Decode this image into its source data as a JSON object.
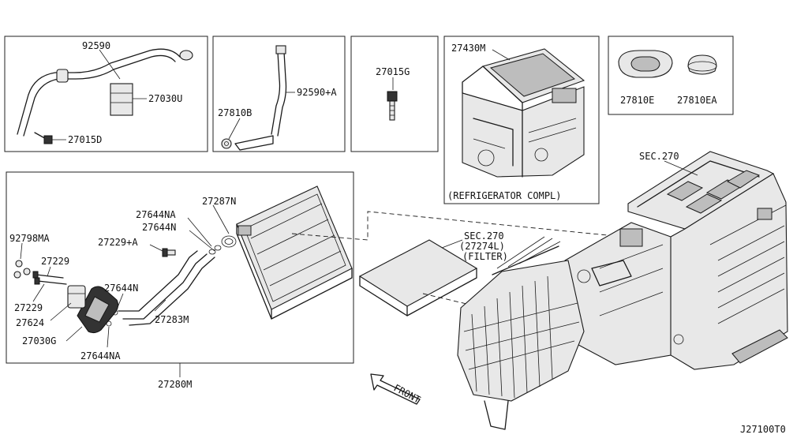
{
  "diagram": {
    "labels": {
      "hose_left": "92590",
      "band": "27030U",
      "bolt_left": "27015D",
      "nut": "27810B",
      "hose_mid": "92590+A",
      "bolt_mid": "27015G",
      "refrigerator": "27430M",
      "refrigerator_caption": "(REFRIGERATOR COMPL)",
      "grommet_e": "27810E",
      "grommet_ea": "27810EA",
      "sec_top": "SEC.270",
      "sec_filter": "SEC.270",
      "filter_part": "(27274L)",
      "filter_caption": "(FILTER)",
      "evaporator": "27287N",
      "oring_na_top": "27644NA",
      "oring_n_top": "27644N",
      "valve": "27229+A",
      "clip": "92798MA",
      "bolt_27229_top": "27229",
      "bolt_27229_bot": "27229",
      "block": "27624",
      "seal": "27030G",
      "oring_n_mid": "27644N",
      "pipe": "27283M",
      "oring_na_bot": "27644NA",
      "assembly": "27280M",
      "front": "FRONT",
      "diagram_code": "J27100T0"
    }
  }
}
